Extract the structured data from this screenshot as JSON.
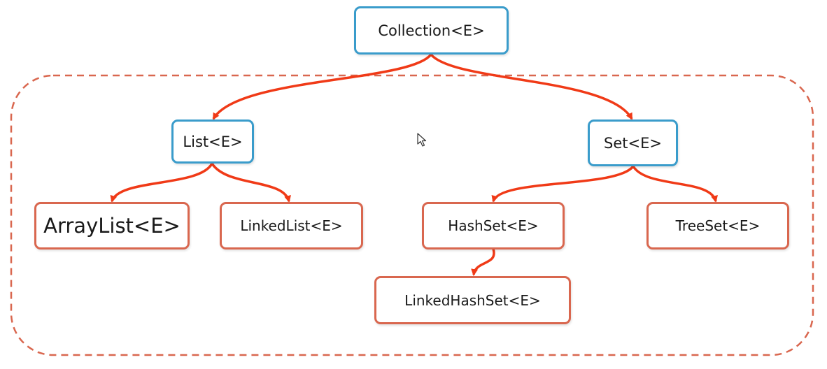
{
  "nodes": {
    "collection": "Collection<E>",
    "list": "List<E>",
    "set": "Set<E>",
    "arraylist": "ArrayList<E>",
    "linkedlist": "LinkedList<E>",
    "hashset": "HashSet<E>",
    "treeset": "TreeSet<E>",
    "linkedhashset": "LinkedHashSet<E>"
  },
  "colors": {
    "interface_border": "#3a9ccb",
    "impl_border": "#d9674f",
    "arrow": "#f03a17",
    "dashed_group": "#d9674f"
  },
  "icons": {
    "cursor": "mouse-pointer-icon"
  }
}
